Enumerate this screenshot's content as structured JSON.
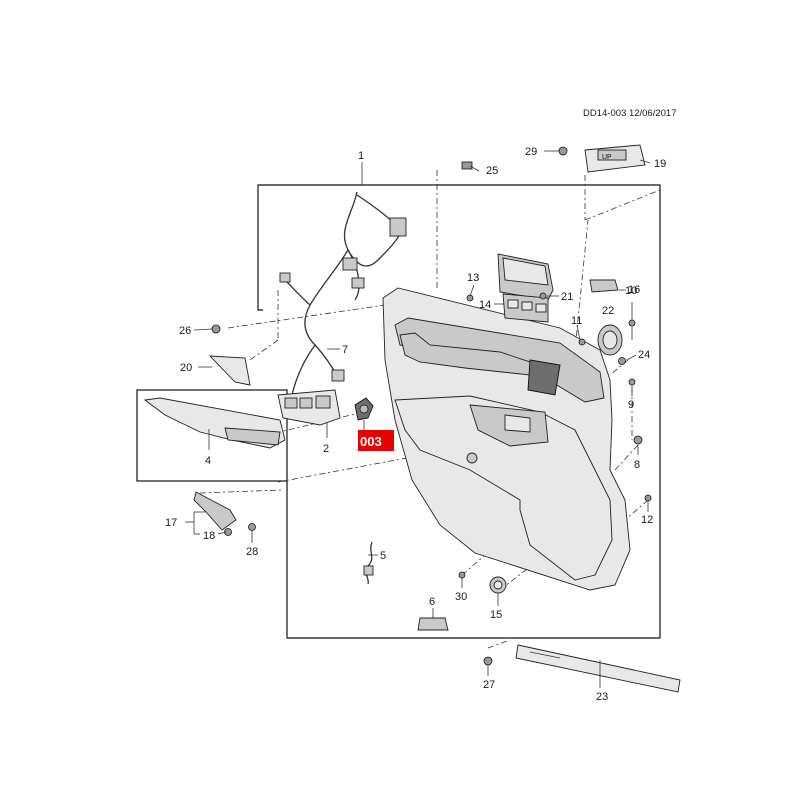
{
  "document": {
    "reference": "DD14-003 12/06/2017"
  },
  "highlight": {
    "label": "003",
    "color": "#e60000"
  },
  "callouts": {
    "c1": "1",
    "c2": "2",
    "c4": "4",
    "c5": "5",
    "c6": "6",
    "c7": "7",
    "c8": "8",
    "c9": "9",
    "c10": "10",
    "c11": "11",
    "c12": "12",
    "c13": "13",
    "c14": "14",
    "c15": "15",
    "c16": "16",
    "c17": "17",
    "c18": "18",
    "c19": "19",
    "c20": "20",
    "c21": "21",
    "c22": "22",
    "c23": "23",
    "c24": "24",
    "c25": "25",
    "c26": "26",
    "c27": "27",
    "c28": "28",
    "c29": "29",
    "c30": "30"
  },
  "part_labels": {
    "switch_up_text": "UP"
  }
}
